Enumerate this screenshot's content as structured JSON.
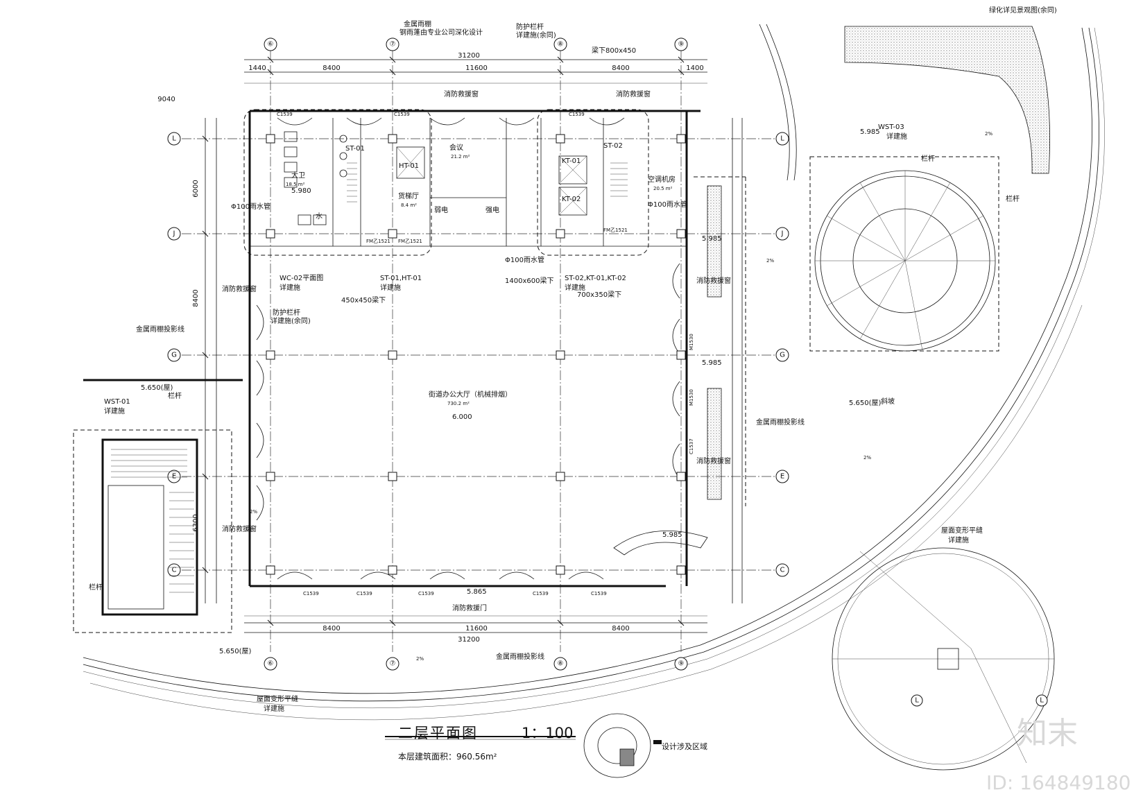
{
  "title": {
    "plan_name": "二层平面图",
    "scale": "1：100",
    "area_note": "本层建筑面积：960.56m²",
    "legend": "设计涉及区域"
  },
  "watermark": {
    "logo": "知末",
    "id": "ID: 164849180"
  },
  "grids": {
    "vertical": [
      "⑥",
      "⑦",
      "⑧",
      "⑨"
    ],
    "horizontal": [
      "L",
      "J",
      "G",
      "E",
      "C"
    ]
  },
  "dimensions": {
    "overall": "31200",
    "bays": [
      "8400",
      "11600",
      "8400"
    ],
    "left_edge": "1440",
    "right_edge": "1400",
    "bottom_overall": "31200",
    "vertical": [
      "6000",
      "8400",
      "6300"
    ],
    "offset": "9040",
    "beam_top": "梁下800x450"
  },
  "rooms": {
    "hall": "街道办公大厅（机械排烟）",
    "hall_area": "730.2 m²",
    "hall_level": "6.000",
    "meeting": "会议",
    "meeting_area": "21.2 m²",
    "toilet": "大卫",
    "toilet_area": "18.5 m²",
    "elevator_hall": "货梯厅",
    "elevator_hall_area": "8.4 m²",
    "weak_elec": "弱电",
    "strong_elec": "强电",
    "ac_room": "空调机房",
    "ac_area": "20.5 m²"
  },
  "labels": {
    "st01": "ST-01",
    "st02": "ST-02",
    "ht01": "HT-01",
    "kt01": "KT-01",
    "kt02": "KT-02",
    "st01_detail": "ST-01,HT-01",
    "st02_detail": "ST-02,KT-01,KT-02",
    "detail_see": "详建施",
    "wc02": "WC-02平面图",
    "wst01": "WST-01",
    "wst03": "WST-03",
    "beam_450": "450x450梁下",
    "beam_1400": "1400x600梁下",
    "beam_700": "700x350梁下",
    "pipe_100_a": "Φ100雨水管",
    "pipe_100_b": "Φ100雨水管",
    "pipe_100_c": "Φ100雨水管",
    "rescue_window": "消防救援窗",
    "rescue_door": "消防救援门",
    "railing": "栏杆",
    "guard_rail": "防护栏杆",
    "guard_rail_note": "详建施(余同)",
    "metal_canopy": "金属雨棚投影线",
    "metal_canopy_top": "金属雨棚",
    "metal_canopy_top2": "钢雨蓬由专业公司深化设计",
    "greening": "绿化详见景观图(余同)",
    "ramp": "斜坡",
    "roof_platform": "屋面变形平缝",
    "level_5985": "5.985",
    "level_5650": "5.650(屋)",
    "level_5980": "5.980",
    "level_5865": "5.865",
    "window_c1539": "C1539",
    "window_c1537": "C1537",
    "door_m1530": "M1530",
    "door_m1521": "FM乙1521",
    "slope_2": "2%",
    "floor_water": "水",
    "crack_note": "2%"
  }
}
